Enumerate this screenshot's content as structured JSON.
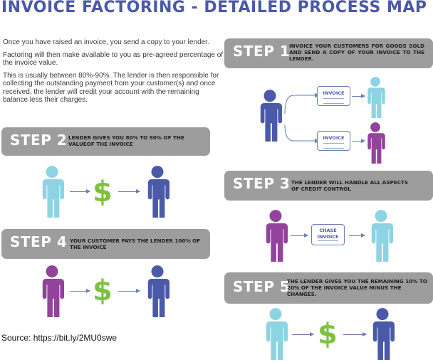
{
  "title": "INVOICE FACTORING - DETAILED PROCESS MAP",
  "intro": [
    "Once you have raised an invoice, you send a copy to your lender.",
    "Factoring will then make available to you as pre-agreed percentage of the invoice value.",
    "This is usually between 80%-90%. The lender is then responsible for collecting the outstanding payment from your customer(s) and once received, the lender will credit your account with the remaining balance less their charges."
  ],
  "steps": [
    {
      "label": "STEP 1",
      "text": "INVOICE YOUR CUSTOMERS FOR GOODS SOLD AND SEND A COPY OF YOUR INVOICE TO THE LENDER."
    },
    {
      "label": "STEP 2",
      "text": "LENDER GIVES YOU 80% TO 90% OF THE VALUEOF THE INVOICE"
    },
    {
      "label": "STEP 3",
      "text": "THE LENDER WILL HANDLE ALL ASPECTS OF CREDIT CONTROL"
    },
    {
      "label": "STEP 4",
      "text": "YOUR CUSTOMER PAYS THE LENDER 100% OF THE INVOICE"
    },
    {
      "label": "STEP 5",
      "text": "THE LENDER GIVES YOU THE REMAINING 10% TO 20% OF THE INVOICE VALUE MINUS THE CHANGES."
    }
  ],
  "docs": {
    "invoice": "INVOICE",
    "chase_1": "CHASE",
    "chase_2": "INVOICE"
  },
  "dollar": "$",
  "source": "Source: https://bit.ly/2MU0swe",
  "colors": {
    "title": "#4a59a8",
    "step_bg": "#9d9d9d",
    "you": "#4a59a8",
    "lender": "#8dd3e3",
    "customer": "#92439b",
    "dollar": "#7cc242",
    "arrow": "#6b7db8"
  },
  "icons": [
    "person-icon",
    "invoice-doc-icon",
    "dollar-icon",
    "arrow-icon"
  ]
}
